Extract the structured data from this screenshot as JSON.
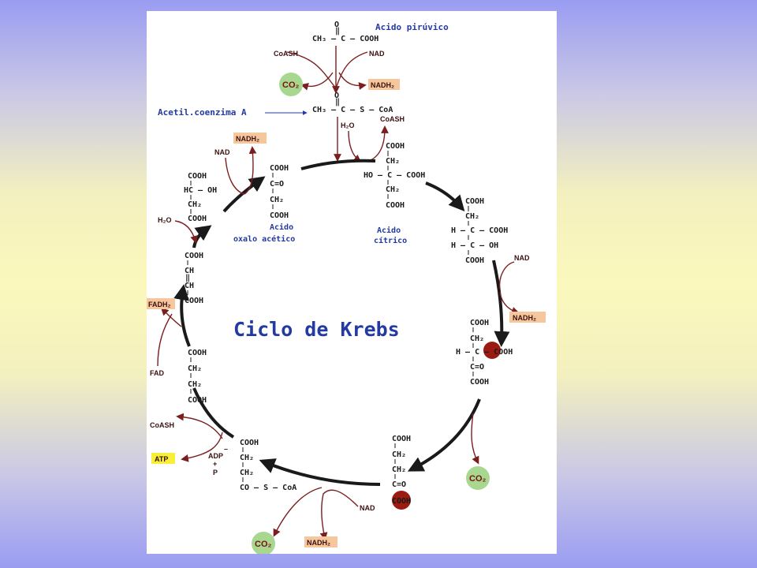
{
  "title": "Ciclo de Krebs",
  "labels": {
    "pyruvic": "Acido pirúvico",
    "acetyl": "Acetil.coenzima A",
    "oxalo1": "Acido",
    "oxalo2": "oxalo acético",
    "citric1": "Acido",
    "citric2": "cítrico"
  },
  "cofactors": {
    "coash": "CoASH",
    "nad": "NAD",
    "nadh2": "NADH₂",
    "co2": "CO₂",
    "h2o": "H₂O",
    "fadh2": "FADH₂",
    "fad": "FAD",
    "atp": "ATP",
    "adp": "ADP",
    "plus": "+",
    "p": "P",
    "minus": "–"
  },
  "molecules": {
    "pyruvic": [
      "O",
      "‖",
      "CH₃ – C – COOH"
    ],
    "acetyl": [
      "O",
      "‖",
      "CH₃ – C – S – CoA"
    ],
    "citric": [
      "COOH",
      "CH₂",
      "HO – C – COOH",
      "CH₂",
      "COOH"
    ],
    "isocitric": [
      "COOH",
      "CH₂",
      "H – C – COOH",
      "H – C – OH",
      "COOH"
    ],
    "oxalosuccinic": [
      "COOH",
      "CH₂",
      "H – C – COOH",
      "C=O",
      "COOH"
    ],
    "ketoglutaric": [
      "COOH",
      "CH₂",
      "CH₂",
      "C=O",
      "COOH"
    ],
    "succinylcoa": [
      "COOH",
      "CH₂",
      "CH₂",
      "CO – S – CoA"
    ],
    "succinic": [
      "COOH",
      "CH₂",
      "CH₂",
      "COOH"
    ],
    "fumaric": [
      "COOH",
      "CH",
      "‖",
      "CH",
      "COOH"
    ],
    "malic": [
      "COOH",
      "HC – OH",
      "CH₂",
      "COOH"
    ],
    "oxaloacetic": [
      "COOH",
      "C=O",
      "CH₂",
      "COOH"
    ]
  },
  "colors": {
    "ring": "#1a1a1a",
    "side_arrows": "#7a1f1f",
    "co2_circle": "#a8d890",
    "nadh_tag": "#f6c79c",
    "atp_tag": "#f7ef3a",
    "decarbox_dot": "#9b1a12",
    "label_blue": "#233aa0"
  }
}
